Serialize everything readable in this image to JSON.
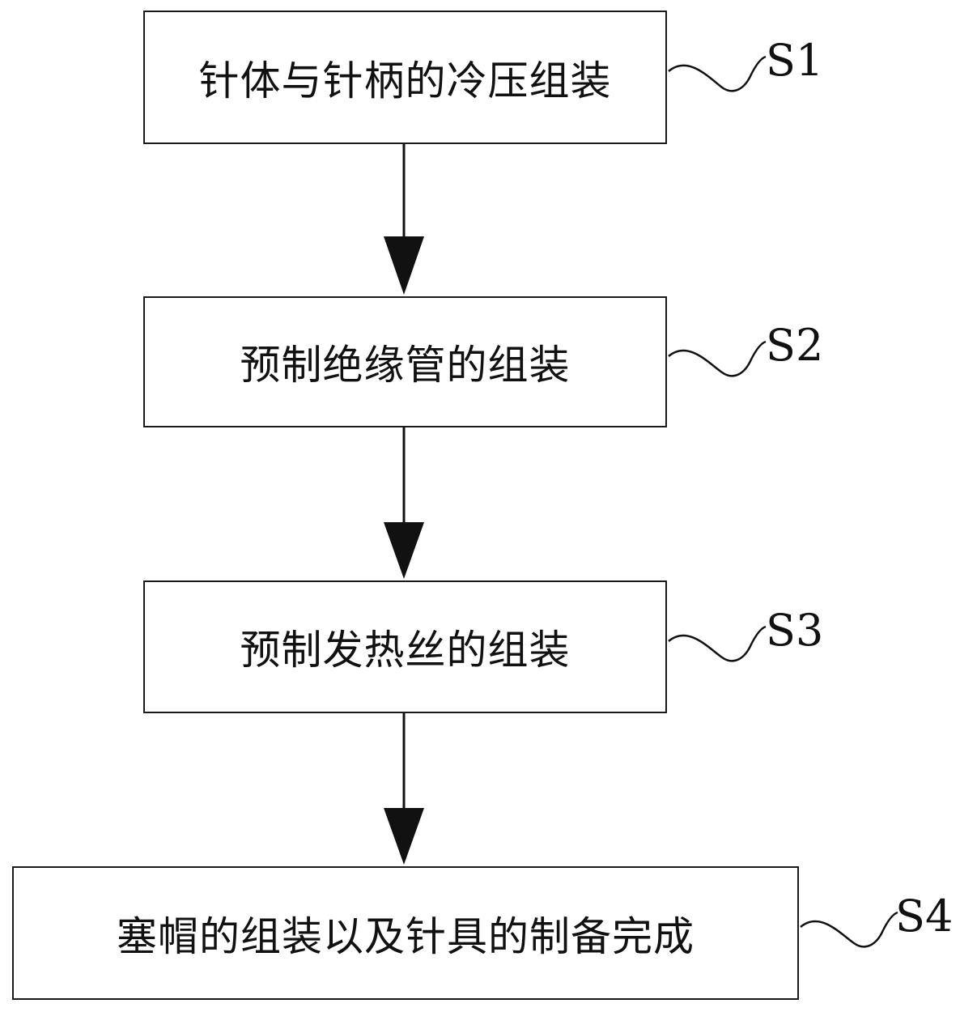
{
  "steps": [
    {
      "id": "S1",
      "text": "针体与针柄的冷压组装",
      "label": "S1"
    },
    {
      "id": "S2",
      "text": "预制绝缘管的组装",
      "label": "S2"
    },
    {
      "id": "S3",
      "text": "预制发热丝的组装",
      "label": "S3"
    },
    {
      "id": "S4",
      "text": "塞帽的组装以及针具的制备完成",
      "label": "S4"
    }
  ]
}
